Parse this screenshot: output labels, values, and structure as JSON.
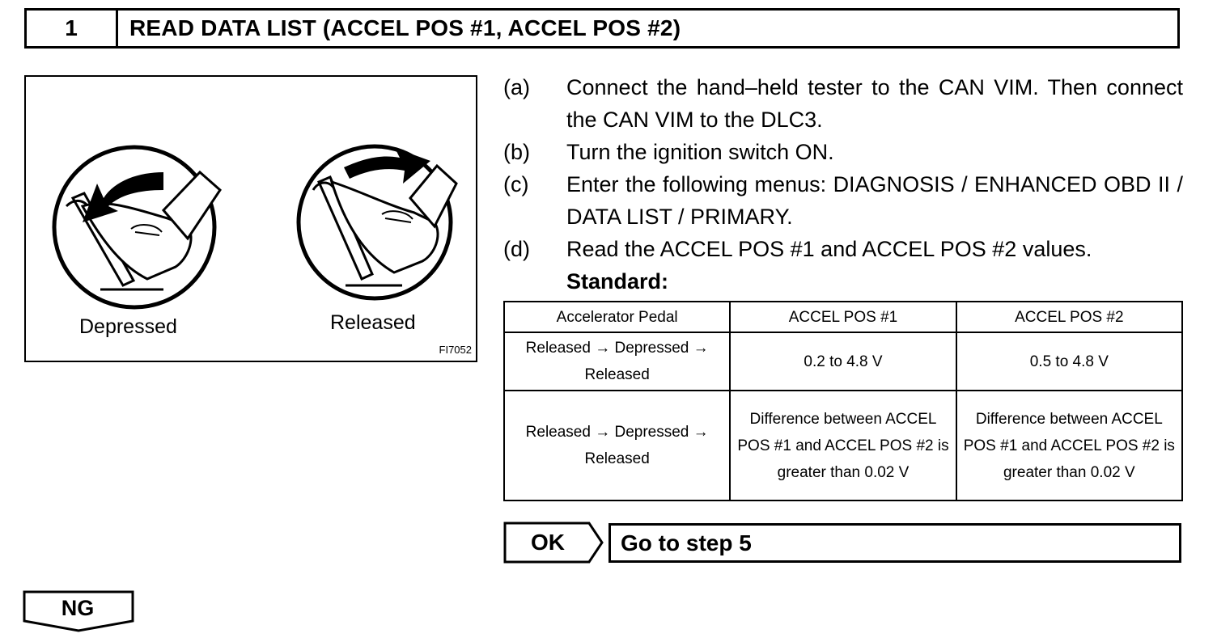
{
  "header": {
    "step_number": "1",
    "title": "READ DATA LIST (ACCEL POS #1, ACCEL POS #2)"
  },
  "figure": {
    "label_depressed": "Depressed",
    "label_released": "Released",
    "code": "FI7052",
    "icons": [
      "pedal-depressed-icon",
      "pedal-released-icon"
    ]
  },
  "instructions": [
    {
      "marker": "(a)",
      "text": "Connect the hand–held tester to the CAN VIM. Then connect the CAN VIM to the DLC3."
    },
    {
      "marker": "(b)",
      "text": "Turn the ignition switch ON."
    },
    {
      "marker": "(c)",
      "text": "Enter the following menus: DIAGNOSIS / ENHANCED OBD II / DATA LIST / PRIMARY."
    },
    {
      "marker": "(d)",
      "text": "Read the ACCEL POS #1 and ACCEL POS #2 values."
    }
  ],
  "standard_label": "Standard:",
  "table": {
    "headers": [
      "Accelerator Pedal",
      "ACCEL POS #1",
      "ACCEL POS #2"
    ],
    "rows": [
      [
        "Released → Depressed → Released",
        "0.2 to 4.8 V",
        "0.5 to 4.8 V"
      ],
      [
        "Released → Depressed → Released",
        "Difference between ACCEL POS #1 and ACCEL POS #2 is greater than 0.02 V",
        "Difference between ACCEL POS #1 and ACCEL POS #2 is greater than 0.02 V"
      ]
    ]
  },
  "ok": {
    "label": "OK",
    "result": "Go to step 5"
  },
  "ng": {
    "label": "NG"
  }
}
